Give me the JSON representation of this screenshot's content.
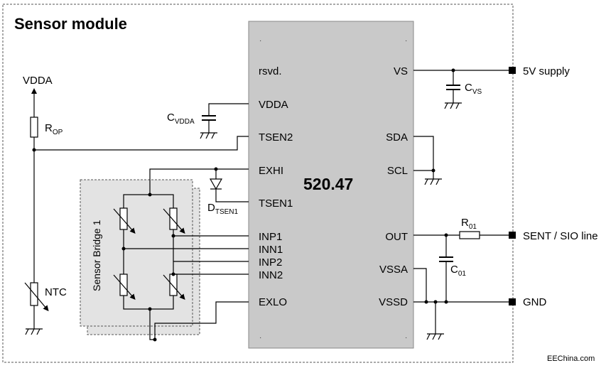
{
  "title": "Sensor module",
  "chip": {
    "name": "520.47",
    "left_pins": [
      "rsvd.",
      "VDDA",
      "TSEN2",
      "EXHI",
      "TSEN1",
      "INP1",
      "INN1",
      "INP2",
      "INN2",
      "EXLO"
    ],
    "right_pins": [
      "VS",
      "SDA",
      "SCL",
      "OUT",
      "VSSA",
      "VSSD"
    ]
  },
  "components": {
    "vdda_label": "VDDA",
    "rop_main": "R",
    "rop_sub": "OP",
    "ntc_label": "NTC",
    "cvdda_main": "C",
    "cvdda_sub": "VDDA",
    "dtsen1_main": "D",
    "dtsen1_sub": "TSEN1",
    "cvs_main": "C",
    "cvs_sub": "VS",
    "r01_main": "R",
    "r01_sub": "01",
    "c01_main": "C",
    "c01_sub": "01",
    "bridge_label": "Sensor Bridge 1"
  },
  "terminals": [
    "5V supply",
    "SENT / SIO line",
    "GND"
  ],
  "watermark": "EEChina.com",
  "colors": {
    "chip_fill": "#c9c9c9",
    "bridge_fill": "#e3e3e3",
    "line": "#000000"
  }
}
